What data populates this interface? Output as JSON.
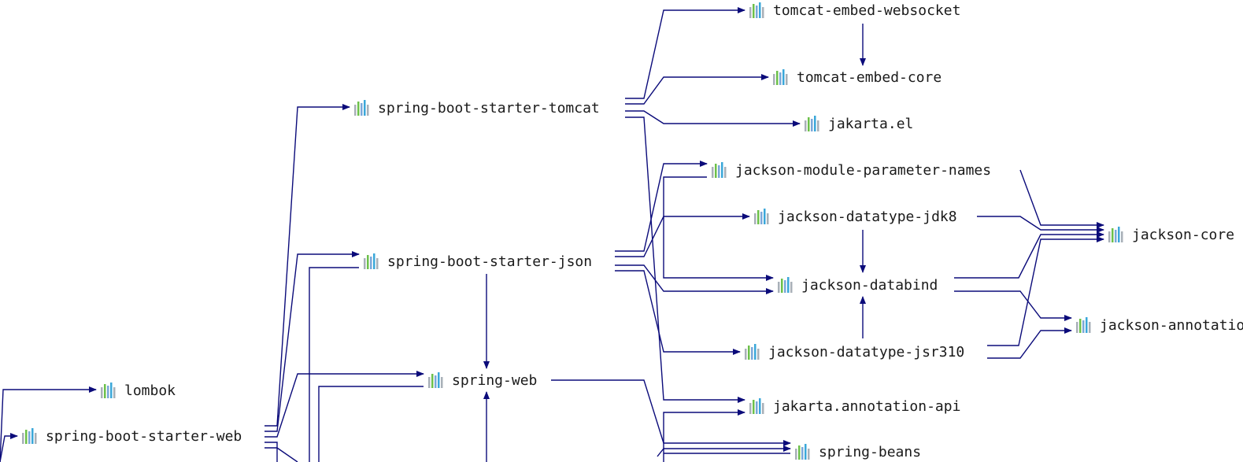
{
  "colors": {
    "edge": "#0b0b7a",
    "icon_bars": [
      "#a8b0b8",
      "#6cc04a",
      "#7aa7d8",
      "#3aa7d9",
      "#a8b0b8"
    ]
  },
  "icon_name": "maven-artifact-icon",
  "nodes": [
    {
      "id": "tomcat-embed-websocket",
      "label": "tomcat-embed-websocket"
    },
    {
      "id": "tomcat-embed-core",
      "label": "tomcat-embed-core"
    },
    {
      "id": "spring-boot-starter-tomcat",
      "label": "spring-boot-starter-tomcat"
    },
    {
      "id": "jakarta-el",
      "label": "jakarta.el"
    },
    {
      "id": "jackson-module-parameter-names",
      "label": "jackson-module-parameter-names"
    },
    {
      "id": "jackson-datatype-jdk8",
      "label": "jackson-datatype-jdk8"
    },
    {
      "id": "jackson-core",
      "label": "jackson-core"
    },
    {
      "id": "spring-boot-starter-json",
      "label": "spring-boot-starter-json"
    },
    {
      "id": "jackson-databind",
      "label": "jackson-databind"
    },
    {
      "id": "jackson-annotations",
      "label": "jackson-annotations"
    },
    {
      "id": "jackson-datatype-jsr310",
      "label": "jackson-datatype-jsr310"
    },
    {
      "id": "spring-web",
      "label": "spring-web"
    },
    {
      "id": "lombok",
      "label": "lombok"
    },
    {
      "id": "jakarta-annotation-api",
      "label": "jakarta.annotation-api"
    },
    {
      "id": "spring-boot-starter-web",
      "label": "spring-boot-starter-web"
    },
    {
      "id": "spring-beans",
      "label": "spring-beans"
    }
  ],
  "edges": [
    {
      "from": "spring-boot-starter-tomcat",
      "to": "tomcat-embed-websocket"
    },
    {
      "from": "spring-boot-starter-tomcat",
      "to": "tomcat-embed-core"
    },
    {
      "from": "spring-boot-starter-tomcat",
      "to": "jakarta-el"
    },
    {
      "from": "spring-boot-starter-tomcat",
      "to": "jakarta-annotation-api"
    },
    {
      "from": "tomcat-embed-websocket",
      "to": "tomcat-embed-core"
    },
    {
      "from": "spring-boot-starter-json",
      "to": "jackson-module-parameter-names"
    },
    {
      "from": "spring-boot-starter-json",
      "to": "jackson-datatype-jdk8"
    },
    {
      "from": "spring-boot-starter-json",
      "to": "jackson-databind"
    },
    {
      "from": "spring-boot-starter-json",
      "to": "jackson-datatype-jsr310"
    },
    {
      "from": "spring-boot-starter-json",
      "to": "spring-web"
    },
    {
      "from": "jackson-module-parameter-names",
      "to": "jackson-databind"
    },
    {
      "from": "jackson-module-parameter-names",
      "to": "jackson-core"
    },
    {
      "from": "jackson-datatype-jdk8",
      "to": "jackson-databind"
    },
    {
      "from": "jackson-datatype-jdk8",
      "to": "jackson-core"
    },
    {
      "from": "jackson-databind",
      "to": "jackson-core"
    },
    {
      "from": "jackson-databind",
      "to": "jackson-annotations"
    },
    {
      "from": "jackson-datatype-jsr310",
      "to": "jackson-databind"
    },
    {
      "from": "jackson-datatype-jsr310",
      "to": "jackson-core"
    },
    {
      "from": "jackson-datatype-jsr310",
      "to": "jackson-annotations"
    },
    {
      "from": "spring-boot-starter-web",
      "to": "spring-boot-starter-tomcat"
    },
    {
      "from": "spring-boot-starter-web",
      "to": "spring-boot-starter-json"
    },
    {
      "from": "spring-boot-starter-web",
      "to": "spring-web"
    },
    {
      "from": "spring-web",
      "to": "spring-beans"
    }
  ]
}
